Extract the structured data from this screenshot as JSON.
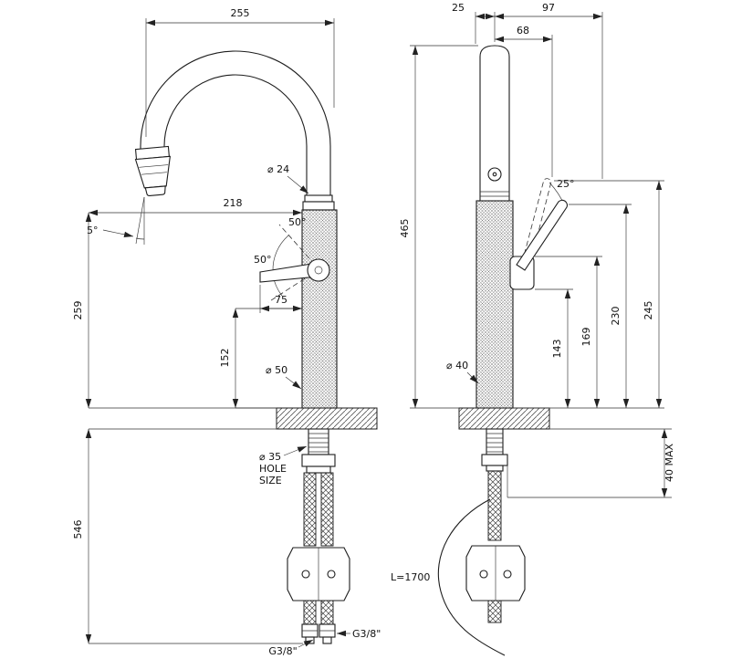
{
  "front_view": {
    "dims": {
      "width_total": "255",
      "reach": "218",
      "spout_diameter": "⌀ 24",
      "head_angle": "5°",
      "handle_angle_up": "50°",
      "handle_angle_down": "50°",
      "handle_length": "75",
      "height_spout": "259",
      "handle_height": "152",
      "body_diameter": "⌀ 50",
      "under_counter": "546",
      "hole_diameter": "⌀ 35",
      "hole_label_1": "HOLE",
      "hole_label_2": "SIZE",
      "thread_right": "G3/8\"",
      "thread_bottom": "G3/8\""
    }
  },
  "side_view": {
    "dims": {
      "offset_front": "25",
      "handle_reach": "97",
      "handle_offset": "68",
      "height_total": "465",
      "handle_angle": "25°",
      "h143": "143",
      "h169": "169",
      "h230": "230",
      "h245": "245",
      "body_diameter": "⌀ 40",
      "counter_max": "40 MAX",
      "hose_length": "L=1700"
    }
  }
}
